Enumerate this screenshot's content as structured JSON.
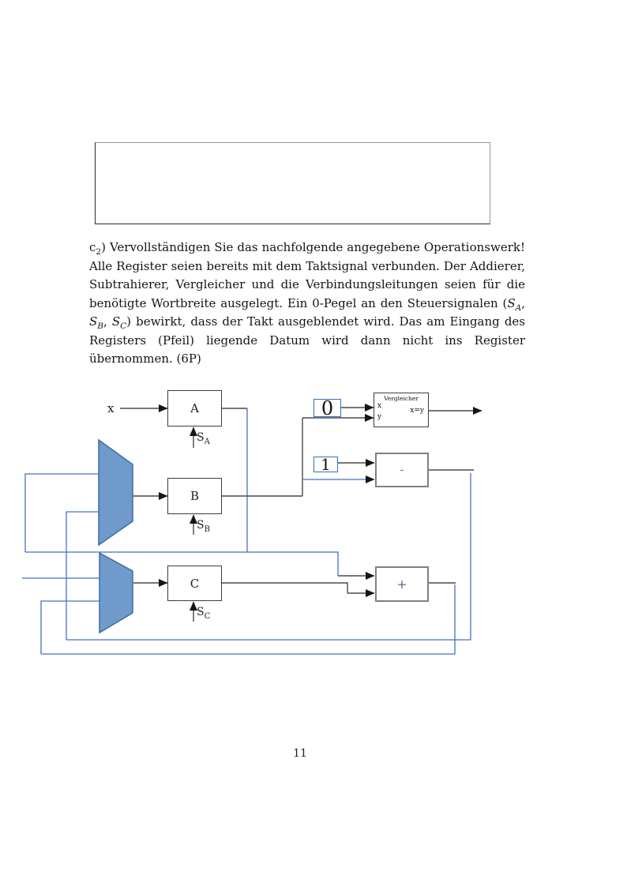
{
  "page": {
    "number": "11"
  },
  "task_text": {
    "prefix_base": "c",
    "prefix_sub": "2",
    "part1": ") Vervollständigen Sie das nachfolgende angegebene Operationswerk! Alle Register seien bereits mit dem Taktsignal verbunden. Der Addierer, Subtrahierer, Vergleicher und die Verbindungsleitungen seien für die benötigte Wortbreite ausgelegt. Ein 0-Pegel an den Steuersignalen (",
    "sigA_base": "S",
    "sigA_sub": "A",
    "sep_ab": ", ",
    "sigB_base": "S",
    "sigB_sub": "B",
    "sep_bc": ", ",
    "sigC_base": "S",
    "sigC_sub": "C",
    "part2": ") bewirkt, dass der Takt ausgeblendet wird. Das am Eingang des Registers (Pfeil) liegende Datum wird dann nicht ins Register übernommen. (6P)"
  },
  "diagram": {
    "input_label": "x",
    "register_a": "A",
    "register_b": "B",
    "register_c": "C",
    "signal_a_base": "S",
    "signal_a_sub": "A",
    "signal_b_base": "S",
    "signal_b_sub": "B",
    "signal_c_base": "S",
    "signal_c_sub": "C",
    "constant_zero": "0",
    "constant_one": "1",
    "comparator": {
      "title": "Vergleicher",
      "input_x": "x",
      "input_y": "y",
      "output": "x=y"
    },
    "subtractor_label": "-",
    "adder_label": "+",
    "colors": {
      "wire_blue": "#4472c4",
      "wire_dark": "#4a4a4a",
      "mux_fill": "#7099cc",
      "mux_stroke": "#3a6ea5",
      "const_border": "#2e74b5"
    }
  }
}
